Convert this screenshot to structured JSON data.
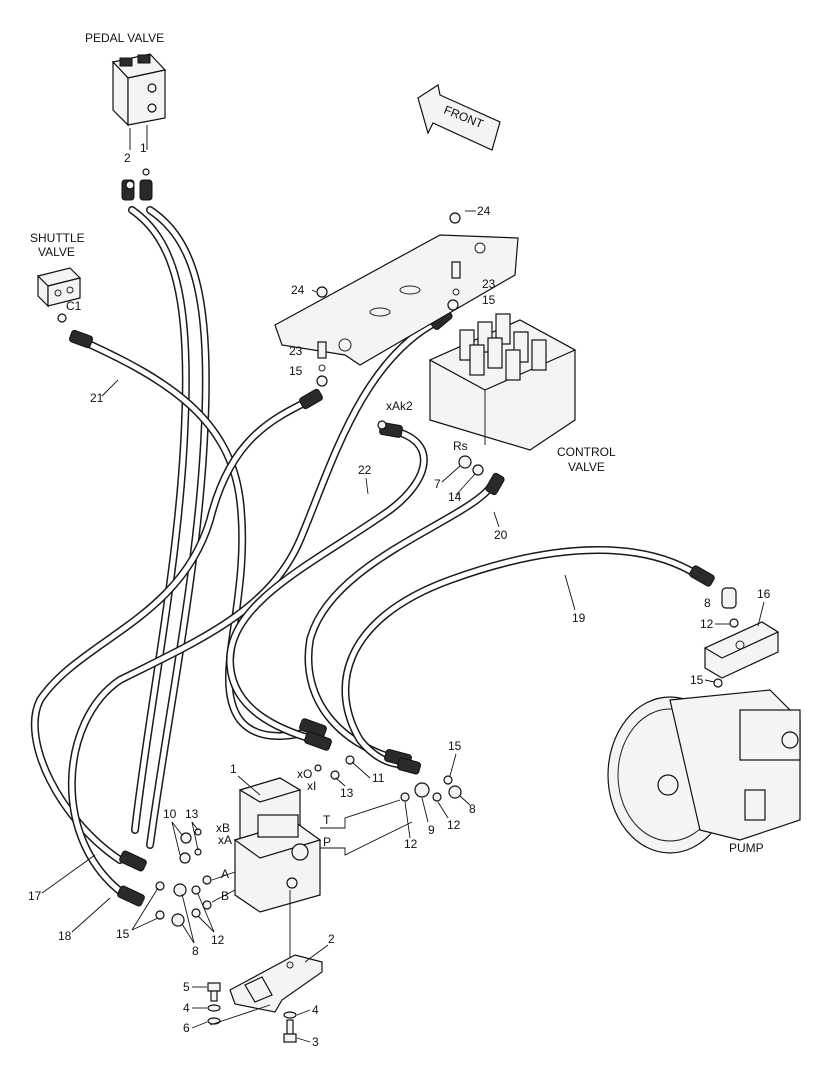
{
  "components": {
    "pedal_valve": "PEDAL VALVE",
    "shuttle_valve": [
      "SHUTTLE",
      "VALVE"
    ],
    "control_valve": [
      "CONTROL",
      "VALVE"
    ],
    "pump": "PUMP",
    "front_arrow": "FRONT"
  },
  "port_labels": {
    "c1": "C1",
    "xak2": "xAk2",
    "rs": "Rs",
    "xo": "xO",
    "xi": "xI",
    "xb": "xB",
    "xa": "xA",
    "t": "T",
    "p": "P",
    "a": "A",
    "b": "B"
  },
  "callouts": {
    "pedal_2": "2",
    "pedal_1": "1",
    "bracket_24_top": "24",
    "bracket_23_top": "23",
    "bracket_15_top": "15",
    "bracket_24_left": "24",
    "bracket_23_left": "23",
    "bracket_15_left": "15",
    "hose_21": "21",
    "hose_22": "22",
    "hose_20": "20",
    "hose_19": "19",
    "rs_7": "7",
    "rs_14": "14",
    "pump_8": "8",
    "pump_16": "16",
    "pump_12": "12",
    "pump_15": "15",
    "block_1": "1",
    "block_11": "11",
    "block_13": "13",
    "blk_15": "15",
    "blk_12a": "12",
    "blk_9": "9",
    "blk_12b": "12",
    "blk_8": "8",
    "left_10": "10",
    "left_13": "13",
    "hose_17": "17",
    "hose_18": "18",
    "low_15": "15",
    "low_8": "8",
    "low_12": "12",
    "bracket2_2": "2",
    "bolt_5": "5",
    "bolt_4a": "4",
    "bolt_6": "6",
    "bolt_4b": "4",
    "bolt_3": "3"
  }
}
